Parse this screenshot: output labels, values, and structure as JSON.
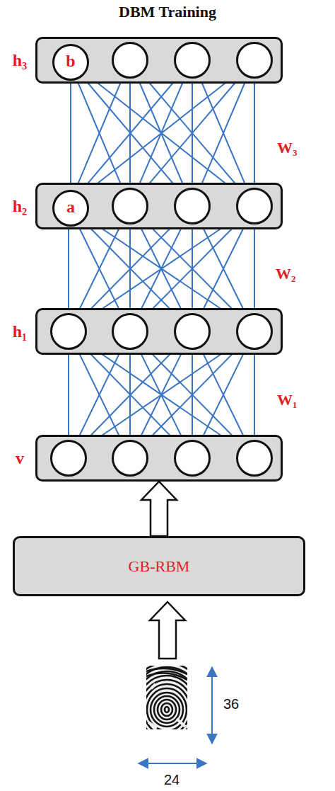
{
  "diagram": {
    "title": "DBM Training",
    "nodes": [
      {
        "text": [
          "h₃"
        ]
      },
      {
        "text": [
          "b"
        ],
        "in": 0
      },
      {
        "text": [
          "h₂"
        ]
      },
      {
        "text": [
          "a"
        ],
        "in": 2
      },
      {
        "text": [
          "h₁"
        ]
      },
      {
        "text": [
          "v"
        ]
      },
      {
        "text": [
          "GB-RBM"
        ]
      }
    ],
    "edges": [
      {
        "from": 1,
        "to": 3,
        "arrow": "none"
      },
      {
        "from": 6,
        "to": 5,
        "arrow": "to"
      }
    ],
    "labels": [
      "W₃",
      "W₂",
      "W₁",
      "36",
      "24"
    ]
  }
}
